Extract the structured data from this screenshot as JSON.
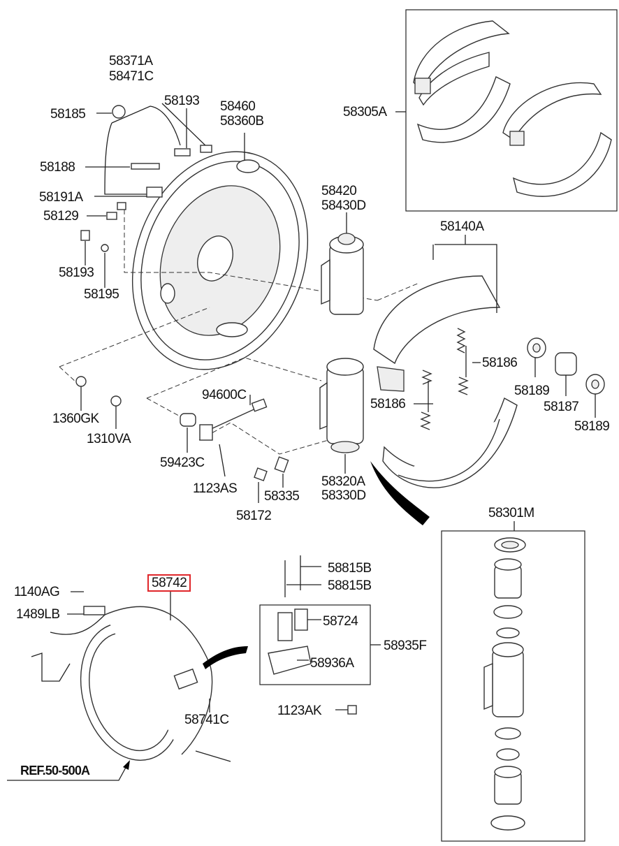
{
  "labels": {
    "l_58371A": "58371A",
    "l_58471C": "58471C",
    "l_58185": "58185",
    "l_58193_top": "58193",
    "l_58460": "58460",
    "l_58360B": "58360B",
    "l_58188": "58188",
    "l_58191A": "58191A",
    "l_58129": "58129",
    "l_58193_mid": "58193",
    "l_58195": "58195",
    "l_58305A": "58305A",
    "l_58420": "58420",
    "l_58430D": "58430D",
    "l_58140A": "58140A",
    "l_58186_right": "58186",
    "l_58186_left": "58186",
    "l_58189_a": "58189",
    "l_58187": "58187",
    "l_58189_b": "58189",
    "l_1360GK": "1360GK",
    "l_1310VA": "1310VA",
    "l_94600C": "94600C",
    "l_59423C": "59423C",
    "l_1123AS": "1123AS",
    "l_58335": "58335",
    "l_58172": "58172",
    "l_58320A": "58320A",
    "l_58330D": "58330D",
    "l_58301M": "58301M",
    "l_58742": "58742",
    "l_1140AG": "1140AG",
    "l_1489LB": "1489LB",
    "l_58815B_a": "58815B",
    "l_58815B_b": "58815B",
    "l_58724": "58724",
    "l_58935F": "58935F",
    "l_58936A": "58936A",
    "l_1123AK": "1123AK",
    "l_58741C": "58741C",
    "l_ref": "REF.50-500A"
  },
  "highlight_color": "#e0262a"
}
